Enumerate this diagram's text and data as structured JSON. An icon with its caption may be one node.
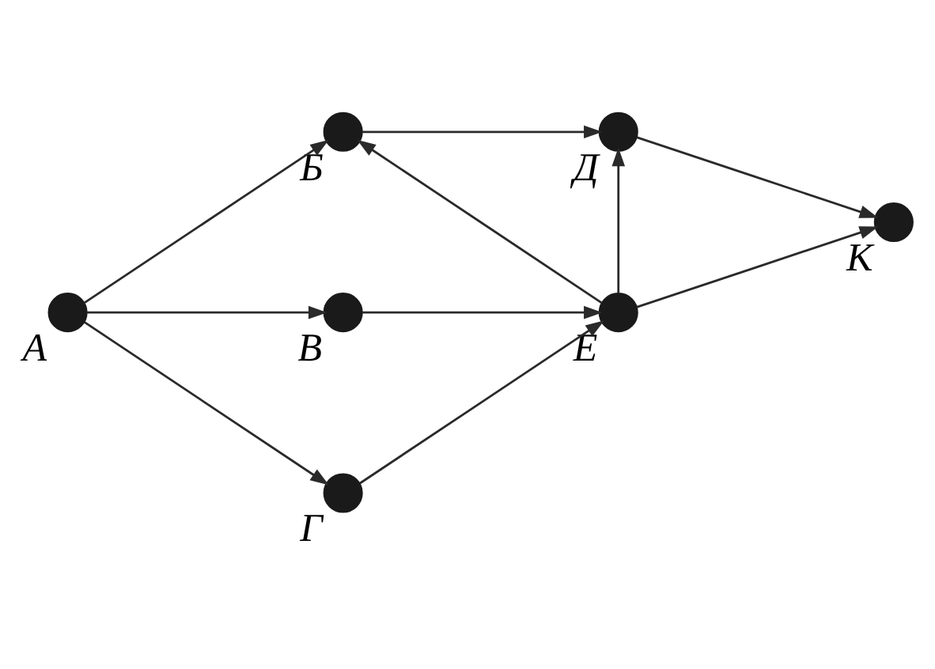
{
  "diagram": {
    "nodes": [
      {
        "text": [],
        "shape": "circle",
        "beside": [
          "Б"
        ]
      },
      {
        "text": [],
        "shape": "circle",
        "beside": [
          "Д"
        ]
      },
      {
        "text": [],
        "shape": "circle",
        "beside": [
          "А"
        ]
      },
      {
        "text": [],
        "shape": "circle",
        "beside": [
          "В"
        ]
      },
      {
        "text": [],
        "shape": "circle",
        "beside": [
          "К"
        ]
      },
      {
        "text": [],
        "shape": "circle",
        "beside": [
          "Г"
        ]
      },
      {
        "text": [],
        "shape": "circle",
        "beside": [
          "Е"
        ]
      }
    ],
    "edges": [
      {
        "from": 2,
        "to": 0,
        "arrow": "to"
      },
      {
        "from": 0,
        "to": 1,
        "arrow": "to"
      },
      {
        "from": 6,
        "to": 0,
        "arrow": "to"
      },
      {
        "from": 2,
        "to": 3,
        "arrow": "to"
      },
      {
        "from": 2,
        "to": 5,
        "arrow": "to"
      },
      {
        "from": 3,
        "to": 6,
        "arrow": "to"
      },
      {
        "from": 5,
        "to": 6,
        "arrow": "to"
      },
      {
        "from": 6,
        "to": 1,
        "arrow": "to"
      },
      {
        "from": 1,
        "to": 4,
        "arrow": "to"
      },
      {
        "from": 6,
        "to": 4,
        "arrow": "to"
      }
    ]
  }
}
